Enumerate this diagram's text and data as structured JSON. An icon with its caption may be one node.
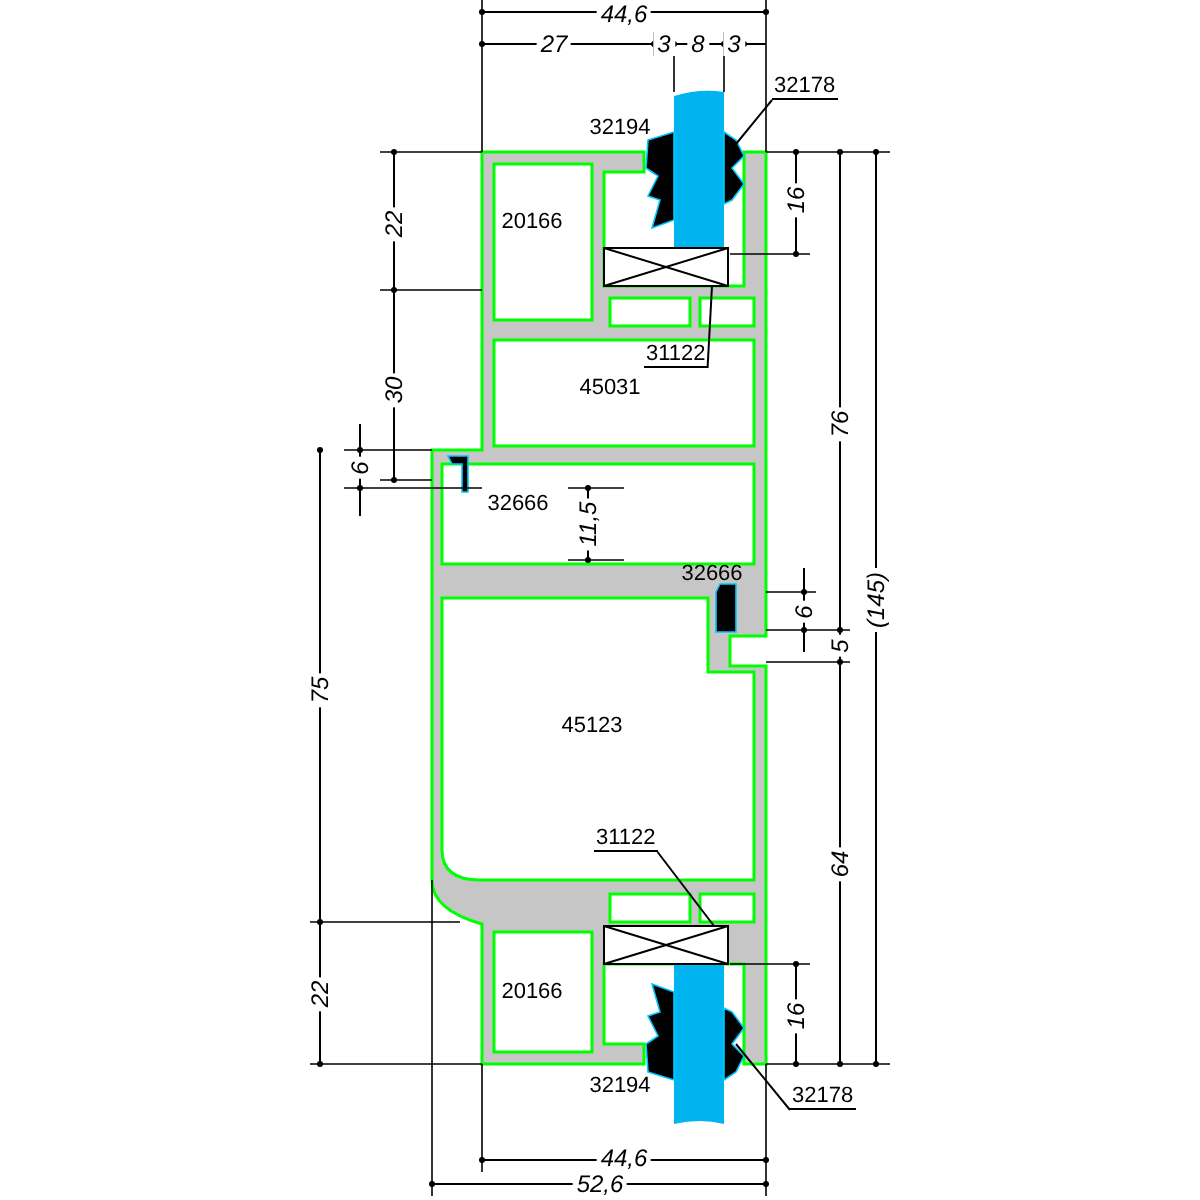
{
  "diagram": {
    "nodes": [
      {
        "text": [
          "32178"
        ]
      },
      {
        "text": [
          "31122"
        ]
      },
      {
        "text": [
          "31122"
        ]
      },
      {
        "text": [
          "32178"
        ]
      }
    ],
    "edges": [
      {
        "from": 0,
        "to": null,
        "arrow": "none"
      },
      {
        "from": 1,
        "to": null,
        "arrow": "none"
      },
      {
        "from": 2,
        "to": null,
        "arrow": "none"
      },
      {
        "from": 3,
        "to": null,
        "arrow": "none"
      }
    ],
    "labels": [
      "44,6",
      "27",
      "3",
      "8",
      "3",
      "32194",
      "22",
      "20166",
      "16",
      "76",
      "30",
      "45031",
      "6",
      "32666",
      "11,5",
      "32666",
      "6",
      "5",
      "(145)",
      "75",
      "45123",
      "64",
      "22",
      "20166",
      "16",
      "32194",
      "44,6",
      "52,6"
    ]
  }
}
